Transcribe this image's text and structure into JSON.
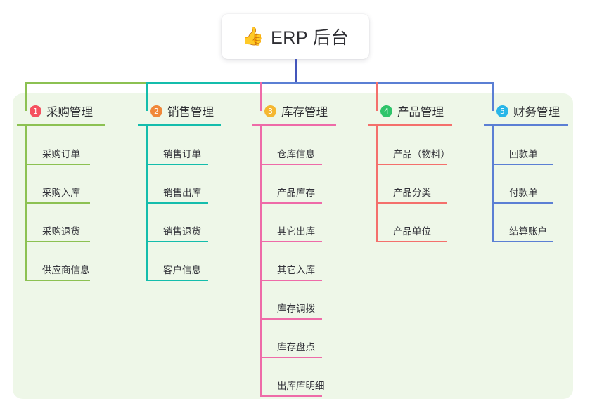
{
  "diagram": {
    "root": {
      "icon": "thumbs-up-emoji",
      "icon_glyph": "👍",
      "title": "ERP 后台"
    },
    "panel_color": "#eef7e8",
    "root_connector_color": "#4456bb",
    "columns": [
      {
        "number": "1",
        "title": "采购管理",
        "badge_color": "#f5515f",
        "line_color": "#8cc152",
        "items": [
          "采购订单",
          "采购入库",
          "采购退货",
          "供应商信息"
        ]
      },
      {
        "number": "2",
        "title": "销售管理",
        "badge_color": "#f0883a",
        "line_color": "#14bdac",
        "items": [
          "销售订单",
          "销售出库",
          "销售退货",
          "客户信息"
        ]
      },
      {
        "number": "3",
        "title": "库存管理",
        "badge_color": "#f5b731",
        "line_color": "#ee6ba8",
        "items": [
          "仓库信息",
          "产品库存",
          "其它出库",
          "其它入库",
          "库存调拨",
          "库存盘点",
          "出库库明细"
        ]
      },
      {
        "number": "4",
        "title": "产品管理",
        "badge_color": "#2fc46a",
        "line_color": "#f4706c",
        "items": [
          "产品（物料）",
          "产品分类",
          "产品单位"
        ]
      },
      {
        "number": "5",
        "title": "财务管理",
        "badge_color": "#29b6e8",
        "line_color": "#5b7fd4",
        "items": [
          "回款单",
          "付款单",
          "结算账户"
        ]
      }
    ]
  }
}
